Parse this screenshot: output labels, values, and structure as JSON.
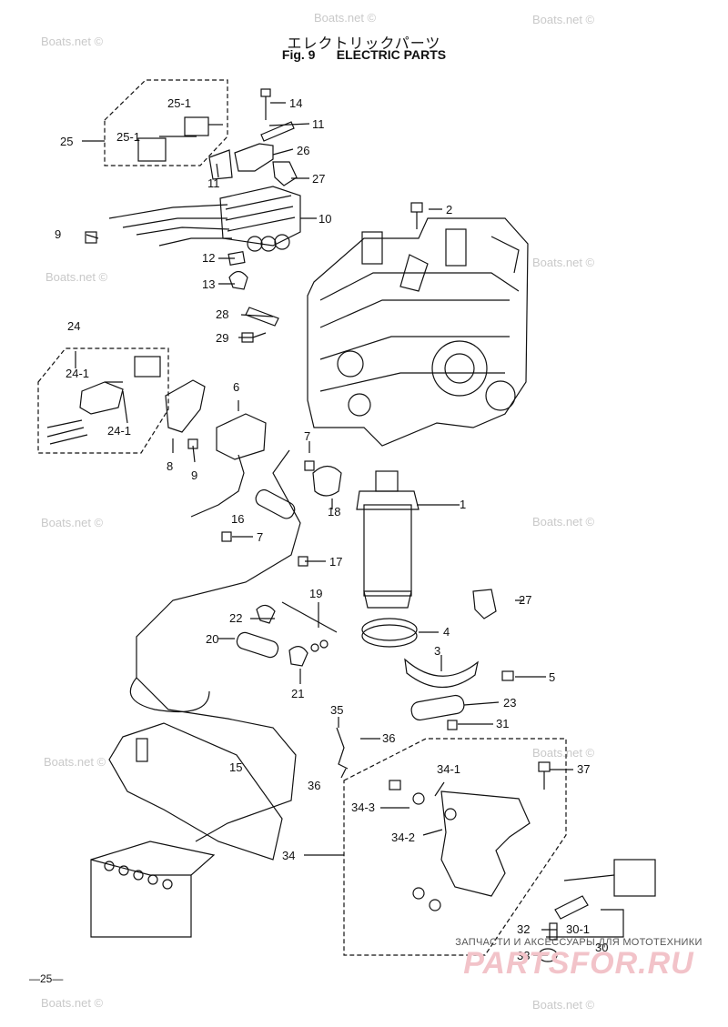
{
  "header": {
    "title_jp": "エレクトリックパーツ",
    "title_en": "Fig. 9      ELECTRIC PARTS"
  },
  "page_number": "—25—",
  "watermark": "Boats.net ©",
  "brand": {
    "tagline": "ЗАПЧАСТИ И АКСЕССУАРЫ ДЛЯ МОТОТЕХНИКИ",
    "name": "PARTSFOR.RU"
  },
  "callouts": {
    "c1": "1",
    "c2": "2",
    "c3": "3",
    "c4": "4",
    "c5": "5",
    "c6": "6",
    "c7a": "7",
    "c7b": "7",
    "c8": "8",
    "c9a": "9",
    "c9b": "9",
    "c10": "10",
    "c11a": "11",
    "c11b": "11",
    "c12": "12",
    "c13": "13",
    "c14": "14",
    "c15": "15",
    "c16": "16",
    "c17": "17",
    "c18": "18",
    "c19": "19",
    "c20": "20",
    "c21": "21",
    "c22": "22",
    "c23": "23",
    "c24": "24",
    "c24_1a": "24-1",
    "c24_1b": "24-1",
    "c25": "25",
    "c25_1a": "25-1",
    "c25_1b": "25-1",
    "c26": "26",
    "c27a": "27",
    "c27b": "27",
    "c28": "28",
    "c29": "29",
    "c30": "30",
    "c30_1": "30-1",
    "c31": "31",
    "c32": "32",
    "c33": "33",
    "c34": "34",
    "c34_1": "34-1",
    "c34_2": "34-2",
    "c34_3": "34-3",
    "c35": "35",
    "c36a": "36",
    "c36b": "36",
    "c37": "37"
  }
}
